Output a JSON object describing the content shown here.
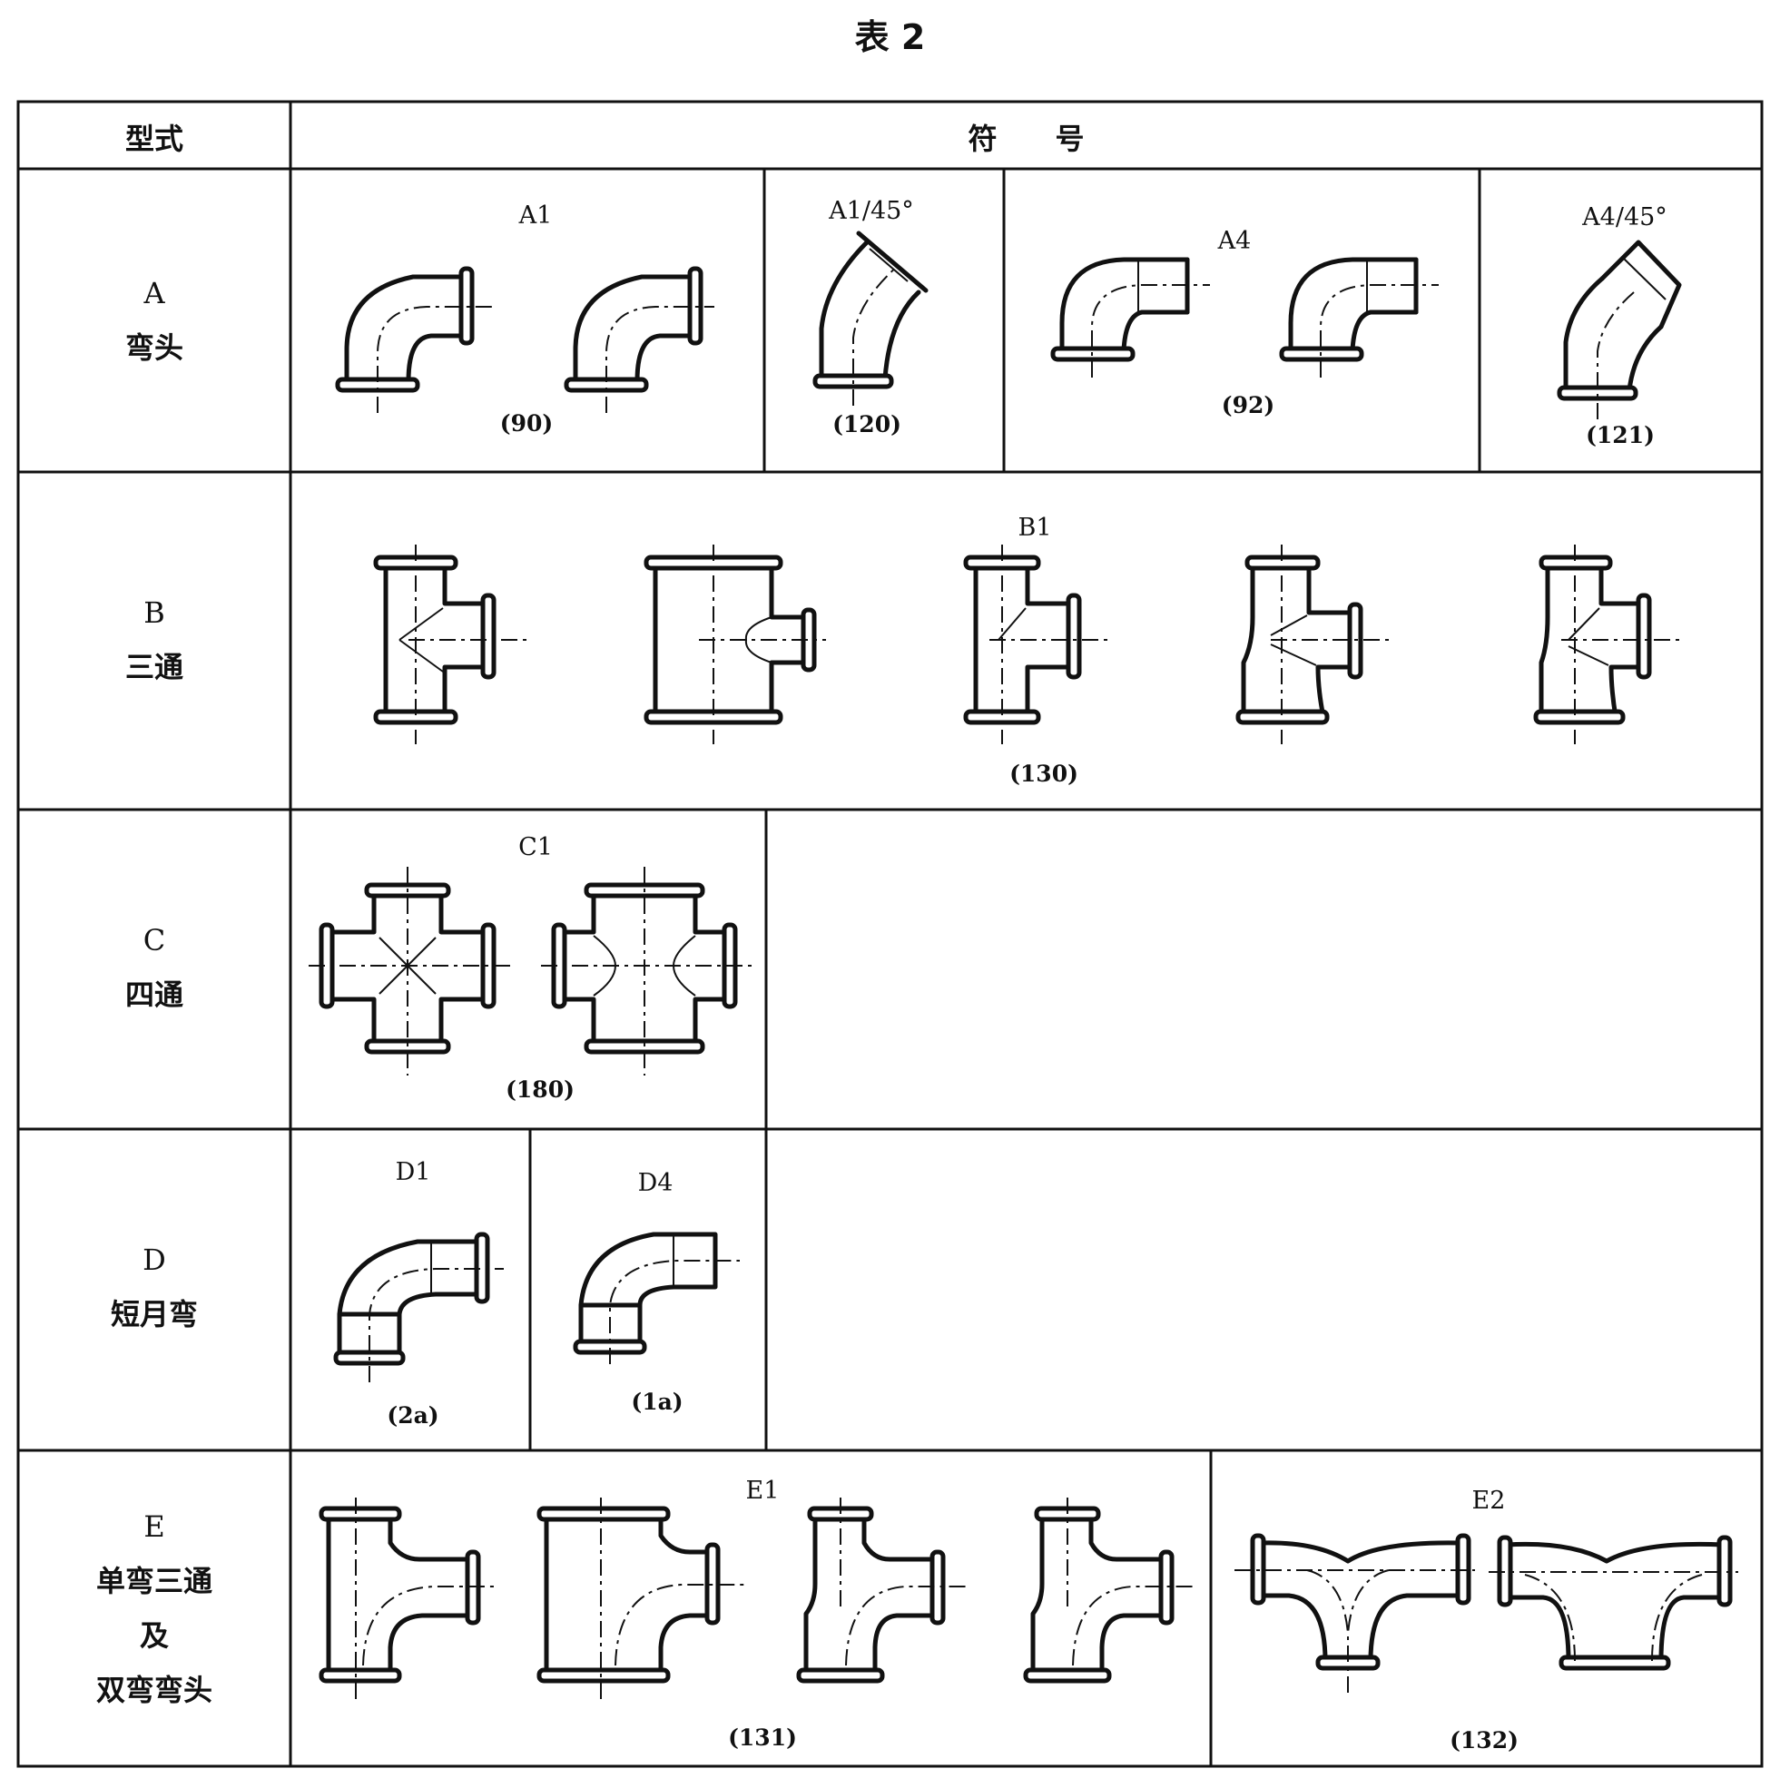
{
  "title": "表 2",
  "header": {
    "type_col": "型式",
    "symbol_col": "符　　号"
  },
  "rows": {
    "A": {
      "code": "A",
      "name": "弯头"
    },
    "B": {
      "code": "B",
      "name": "三通"
    },
    "C": {
      "code": "C",
      "name": "四通"
    },
    "D": {
      "code": "D",
      "name": "短月弯"
    },
    "E": {
      "code": "E",
      "name_lines": [
        "单弯三通",
        "及",
        "双弯弯头"
      ]
    }
  },
  "symbols": {
    "a1": {
      "label": "A1",
      "ref": "(90)"
    },
    "a1_45": {
      "label": "A1/45°",
      "ref": "(120)"
    },
    "a4": {
      "label": "A4",
      "ref": "(92)"
    },
    "a4_45": {
      "label": "A4/45°",
      "ref": "(121)"
    },
    "b1": {
      "label": "B1",
      "ref": "(130)"
    },
    "c1": {
      "label": "C1",
      "ref": "(180)"
    },
    "d1": {
      "label": "D1",
      "ref": "(2a)"
    },
    "d4": {
      "label": "D4",
      "ref": "(1a)"
    },
    "e1": {
      "label": "E1",
      "ref": "(131)"
    },
    "e2": {
      "label": "E2",
      "ref": "(132)"
    }
  }
}
